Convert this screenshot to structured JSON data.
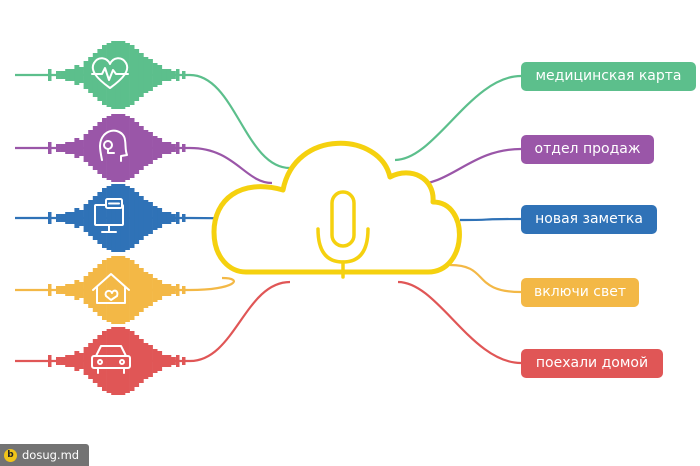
{
  "center": {
    "icon": "microphone-icon",
    "shape": "cloud-icon",
    "color": "#f5d10f"
  },
  "commands": [
    {
      "label": "медицинская карта",
      "color": "#5cbf8c",
      "icon": "heart-rate-icon"
    },
    {
      "label": "отдел продаж",
      "color": "#9a56a8",
      "icon": "headset-operator-icon"
    },
    {
      "label": "новая заметка",
      "color": "#2f72b7",
      "icon": "computer-message-icon"
    },
    {
      "label": "включи свет",
      "color": "#f3b846",
      "icon": "smart-home-icon"
    },
    {
      "label": "поехали домой",
      "color": "#e05656",
      "icon": "car-icon"
    }
  ],
  "watermark": {
    "text": "dosug.md",
    "logo": "b"
  }
}
